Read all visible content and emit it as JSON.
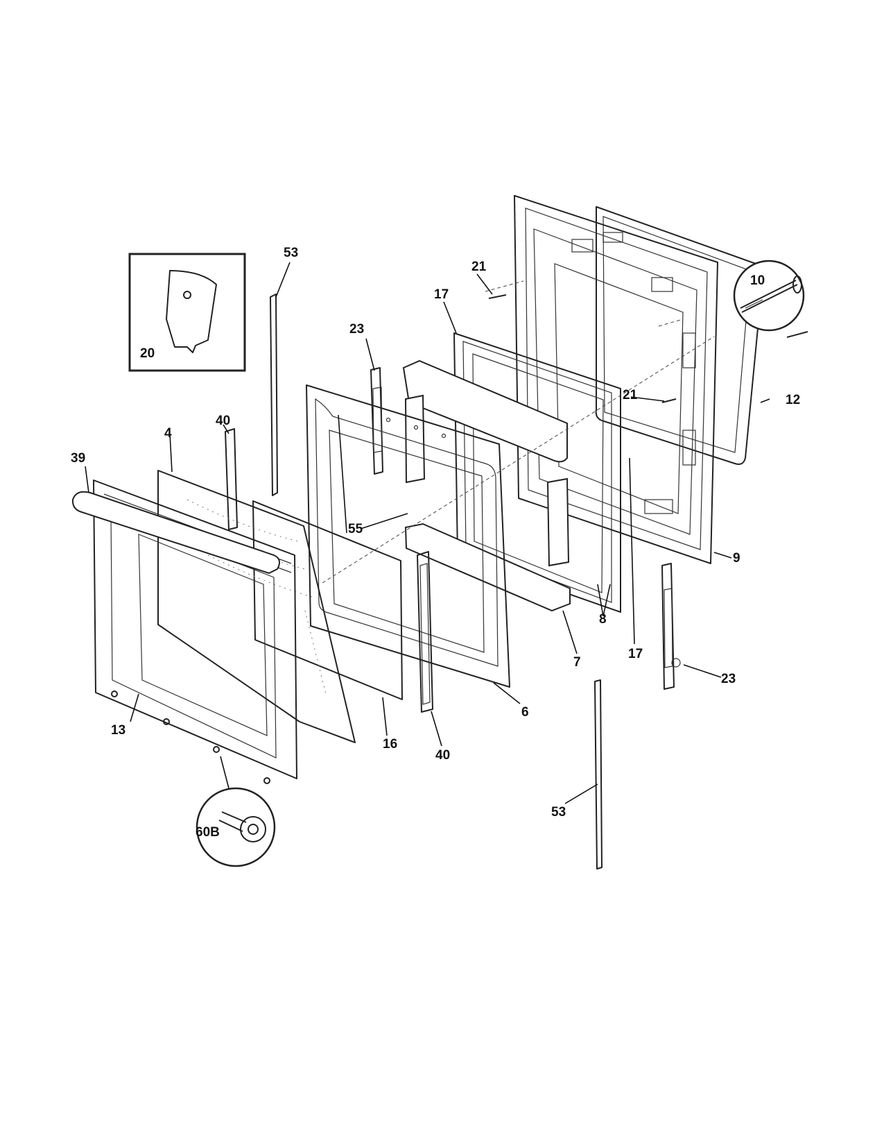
{
  "callouts": {
    "c53_top": "53",
    "c20": "20",
    "c21_top": "21",
    "c17_top": "17",
    "c10": "10",
    "c23_top": "23",
    "c12": "12",
    "c21_mid": "21",
    "c4": "4",
    "c40_top": "40",
    "c39": "39",
    "c55": "55",
    "c9": "9",
    "c8": "8",
    "c17_bot": "17",
    "c7": "7",
    "c23_bot": "23",
    "c6": "6",
    "c13": "13",
    "c16": "16",
    "c40_bot": "40",
    "c53_bot": "53",
    "c60b": "60B"
  }
}
